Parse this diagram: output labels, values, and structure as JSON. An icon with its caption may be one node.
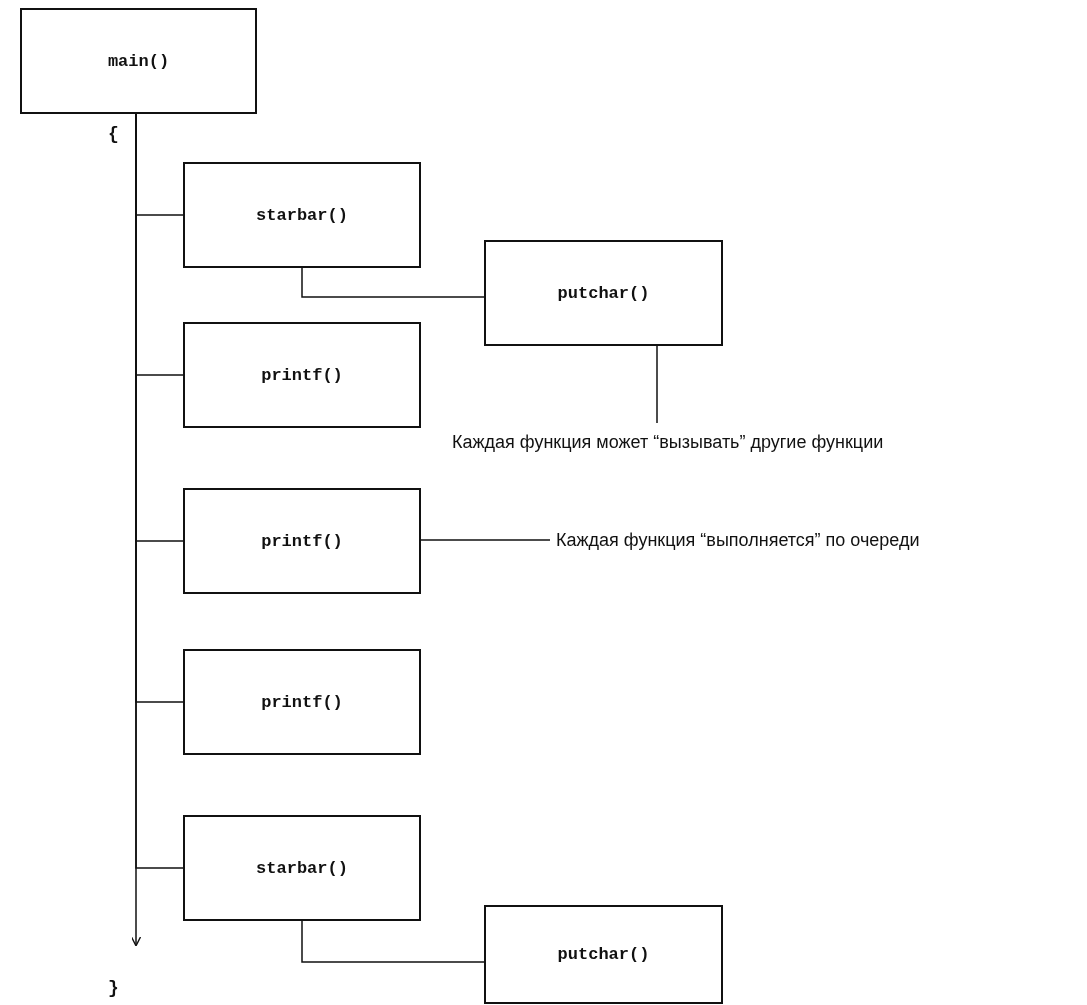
{
  "diagram": {
    "nodes": [
      {
        "text": [
          "main()"
        ]
      },
      {
        "text": [
          "starbar()"
        ]
      },
      {
        "text": [
          "putchar()"
        ]
      },
      {
        "text": [
          "printf()"
        ]
      },
      {
        "text": [
          "printf()"
        ]
      },
      {
        "text": [
          "printf()"
        ]
      },
      {
        "text": [
          "starbar()"
        ]
      },
      {
        "text": [
          "putchar()"
        ]
      },
      {
        "text": [
          "Каждая функция может “вызывать” другие функции"
        ]
      },
      {
        "text": [
          "Каждая функция “выполняется” по очереди"
        ]
      }
    ],
    "edges": [
      {
        "from": 0,
        "to": null,
        "arrow": "to"
      },
      {
        "from": 0,
        "to": 1,
        "arrow": "none"
      },
      {
        "from": 1,
        "to": 2,
        "arrow": "none"
      },
      {
        "from": 0,
        "to": 3,
        "arrow": "none"
      },
      {
        "from": 0,
        "to": 4,
        "arrow": "none"
      },
      {
        "from": 0,
        "to": 5,
        "arrow": "none"
      },
      {
        "from": 0,
        "to": 6,
        "arrow": "none"
      },
      {
        "from": 6,
        "to": 7,
        "arrow": "none"
      },
      {
        "from": 8,
        "to": 2,
        "arrow": "none"
      },
      {
        "from": 9,
        "to": 4,
        "arrow": "none"
      }
    ],
    "labels": [
      "{",
      "}"
    ]
  }
}
